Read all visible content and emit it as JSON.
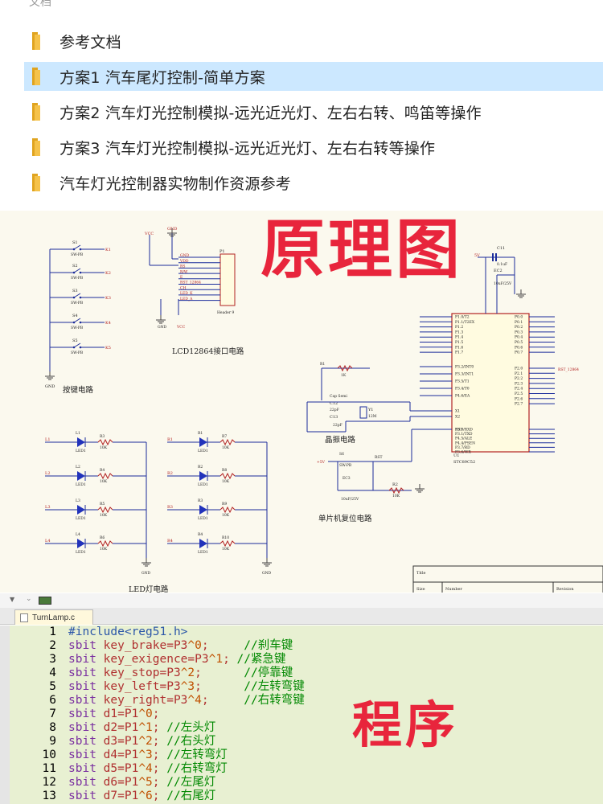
{
  "files": {
    "top_cut": "文档",
    "items": [
      {
        "label": "参考文档",
        "selected": false
      },
      {
        "label": "方案1 汽车尾灯控制-简单方案",
        "selected": true
      },
      {
        "label": "方案2 汽车灯光控制模拟-远光近光灯、左右右转、鸣笛等操作",
        "selected": false
      },
      {
        "label": "方案3 汽车灯光控制模拟-远光近光灯、左右右转等操作",
        "selected": false
      },
      {
        "label": "汽车灯光控制器实物制作资源参考",
        "selected": false
      }
    ]
  },
  "schematic": {
    "overlay_label": "原理图",
    "sections": {
      "buttons": "按键电路",
      "lcd": "LCD12864接口电路",
      "crystal": "晶振电路",
      "reset": "单片机复位电路",
      "led": "LED灯电路"
    },
    "button_labels": [
      "S1",
      "S2",
      "S3",
      "S4",
      "S5"
    ],
    "button_type": "SW-PB",
    "button_nets": [
      "K1",
      "K2",
      "K3",
      "K4",
      "K5"
    ],
    "lcd_pins": [
      "GND",
      "VDD",
      "RS",
      "R/W",
      "E",
      "RST_12864",
      "CH",
      "LED_K",
      "LED_A"
    ],
    "header_name": "P1",
    "header_type": "Header 9",
    "vcc": "VCC",
    "gnd": "GND",
    "mcu_name": "U1",
    "mcu_type": "STC89C52",
    "mcu_left_pins": [
      "P1.0/T2",
      "P1.1/T2EX",
      "P1.2",
      "P1.3",
      "P1.4",
      "P1.5",
      "P1.6",
      "P1.7"
    ],
    "mcu_right_pins": [
      "P0.0",
      "P0.1",
      "P0.2",
      "P0.3",
      "P0.4",
      "P0.5",
      "P0.6",
      "P0.7"
    ],
    "mcu_right2_pins": [
      "P2.0",
      "P2.1",
      "P2.2",
      "P2.3",
      "P2.4",
      "P2.5",
      "P2.6",
      "P2.7"
    ],
    "mcu_mid_pins": [
      "P3.2/INT0",
      "P3.3/INT1",
      "P3.5/T1",
      "P3.4/T0",
      "P4.6/EA"
    ],
    "mcu_bottom_pins": [
      "P3.0/RXD",
      "P3.1/TXD",
      "P4.5/ALE",
      "P4.4/PSEN",
      "P3.7/RD",
      "P3.6/WR"
    ],
    "mcu_x": [
      "X1",
      "X2",
      "RST"
    ],
    "rst_net": "RST_12864",
    "c11": "C11",
    "c11_val": "0.1uF",
    "ec2": "EC2",
    "ec2_val": "10uF/25V",
    "plus5v": "5V",
    "crystal_parts": {
      "r1": "R1",
      "r1_val": "1K",
      "c12": "C12",
      "c12_val": "22pF",
      "c13": "C13",
      "c13_val": "22pF",
      "y1": "Y1",
      "y1_val": "12M",
      "cap_label": "Cap Semi"
    },
    "reset_parts": {
      "s6": "S6",
      "s6_type": "SW-PB",
      "ec3": "EC3",
      "ec3_val": "10uF/25V",
      "r2": "R2",
      "r2_val": "10K",
      "rst": "RST",
      "plus5": "+5V"
    },
    "led_left": [
      {
        "net": "L1",
        "led": "L1",
        "type": "LED1",
        "res": "R3",
        "val": "10K"
      },
      {
        "net": "L2",
        "led": "L2",
        "type": "LED1",
        "res": "R4",
        "val": "10K"
      },
      {
        "net": "L3",
        "led": "L3",
        "type": "LED1",
        "res": "R5",
        "val": "10K"
      },
      {
        "net": "L4",
        "led": "L4",
        "type": "LED1",
        "res": "R6",
        "val": "10K"
      }
    ],
    "led_right": [
      {
        "net": "R1",
        "led": "R1",
        "type": "LED1",
        "res": "R7",
        "val": "10K"
      },
      {
        "net": "R2",
        "led": "R2",
        "type": "LED1",
        "res": "R8",
        "val": "10K"
      },
      {
        "net": "R3",
        "led": "R3",
        "type": "LED1",
        "res": "R9",
        "val": "10K"
      },
      {
        "net": "R4",
        "led": "R4",
        "type": "LED1",
        "res": "R10",
        "val": "10K"
      }
    ],
    "title_block": {
      "title": "Title",
      "size": "Size",
      "number": "Number",
      "revision": "Revision"
    }
  },
  "editor": {
    "tab_label": "TurnLamp.c",
    "overlay_label": "程序",
    "lines": [
      {
        "n": "1",
        "parts": [
          [
            "pp",
            "#include<reg51.h>"
          ]
        ]
      },
      {
        "n": "2",
        "parts": [
          [
            "kw",
            "sbit"
          ],
          [
            "tx",
            " key_brake=P3"
          ],
          [
            "nm",
            "^0"
          ],
          [
            "tx",
            ";     "
          ],
          [
            "cm",
            "//刹车键"
          ]
        ]
      },
      {
        "n": "3",
        "parts": [
          [
            "kw",
            "sbit"
          ],
          [
            "tx",
            " key_exigence=P3"
          ],
          [
            "nm",
            "^1"
          ],
          [
            "tx",
            "; "
          ],
          [
            "cm",
            "//紧急键"
          ]
        ]
      },
      {
        "n": "4",
        "parts": [
          [
            "kw",
            "sbit"
          ],
          [
            "tx",
            " key_stop=P3"
          ],
          [
            "nm",
            "^2"
          ],
          [
            "tx",
            ";      "
          ],
          [
            "cm",
            "//停靠键"
          ]
        ]
      },
      {
        "n": "5",
        "parts": [
          [
            "kw",
            "sbit"
          ],
          [
            "tx",
            " key_left=P3"
          ],
          [
            "nm",
            "^3"
          ],
          [
            "tx",
            ";      "
          ],
          [
            "cm",
            "//左转弯键"
          ]
        ]
      },
      {
        "n": "6",
        "parts": [
          [
            "kw",
            "sbit"
          ],
          [
            "tx",
            " key_right=P3"
          ],
          [
            "nm",
            "^4"
          ],
          [
            "tx",
            ";     "
          ],
          [
            "cm",
            "//右转弯键"
          ]
        ]
      },
      {
        "n": "7",
        "parts": [
          [
            "kw",
            "sbit"
          ],
          [
            "tx",
            " d1=P1"
          ],
          [
            "nm",
            "^0"
          ],
          [
            "tx",
            ";"
          ]
        ]
      },
      {
        "n": "8",
        "parts": [
          [
            "kw",
            "sbit"
          ],
          [
            "tx",
            " d2=P1"
          ],
          [
            "nm",
            "^1"
          ],
          [
            "tx",
            "; "
          ],
          [
            "cm",
            "//左头灯"
          ]
        ]
      },
      {
        "n": "9",
        "parts": [
          [
            "kw",
            "sbit"
          ],
          [
            "tx",
            " d3=P1"
          ],
          [
            "nm",
            "^2"
          ],
          [
            "tx",
            "; "
          ],
          [
            "cm",
            "//右头灯"
          ]
        ]
      },
      {
        "n": "10",
        "parts": [
          [
            "kw",
            "sbit"
          ],
          [
            "tx",
            " d4=P1"
          ],
          [
            "nm",
            "^3"
          ],
          [
            "tx",
            "; "
          ],
          [
            "cm",
            "//左转弯灯"
          ]
        ]
      },
      {
        "n": "11",
        "parts": [
          [
            "kw",
            "sbit"
          ],
          [
            "tx",
            " d5=P1"
          ],
          [
            "nm",
            "^4"
          ],
          [
            "tx",
            "; "
          ],
          [
            "cm",
            "//右转弯灯"
          ]
        ]
      },
      {
        "n": "12",
        "parts": [
          [
            "kw",
            "sbit"
          ],
          [
            "tx",
            " d6=P1"
          ],
          [
            "nm",
            "^5"
          ],
          [
            "tx",
            "; "
          ],
          [
            "cm",
            "//左尾灯"
          ]
        ]
      },
      {
        "n": "13",
        "parts": [
          [
            "kw",
            "sbit"
          ],
          [
            "tx",
            " d7=P1"
          ],
          [
            "nm",
            "^6"
          ],
          [
            "tx",
            "; "
          ],
          [
            "cm",
            "//右尾灯"
          ]
        ]
      }
    ]
  },
  "colors": {
    "overlay_red": "#e8253c",
    "selected_row": "#cce8ff",
    "code_bg": "#e8f0d2",
    "schematic_bg": "#fbf9ee",
    "wire": "#1b2c9b",
    "part_red": "#b22222"
  }
}
